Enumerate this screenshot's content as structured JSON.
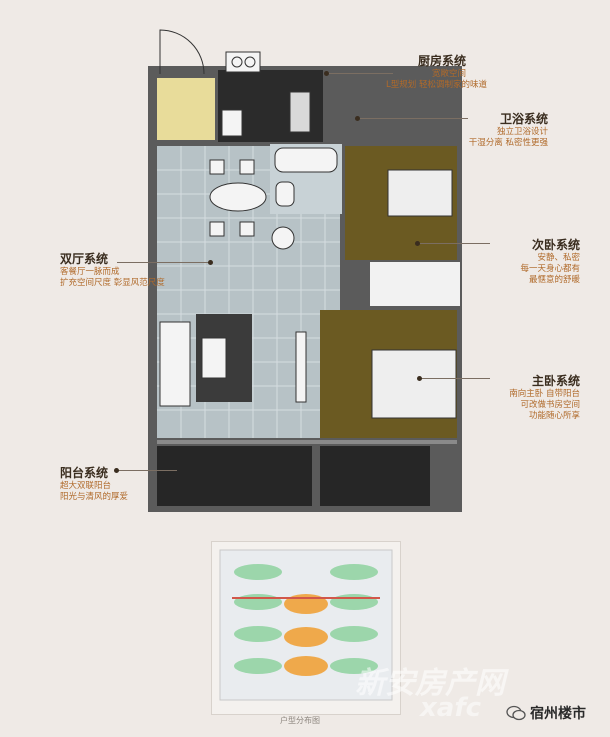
{
  "callouts": {
    "kitchen": {
      "title": "厨房系统",
      "lines": [
        "宽敞空间",
        "L型规划 轻松调制家的味道"
      ]
    },
    "bath": {
      "title": "卫浴系统",
      "lines": [
        "独立卫浴设计",
        "干湿分离 私密性更强"
      ]
    },
    "living": {
      "title": "双厅系统",
      "lines": [
        "客餐厅一脉而成",
        "扩充空间尺度 彰显风范尺度"
      ]
    },
    "second_bedroom": {
      "title": "次卧系统",
      "lines": [
        "安静、私密",
        "每一天身心都有",
        "最惬意的舒暖"
      ]
    },
    "master_bedroom": {
      "title": "主卧系统",
      "lines": [
        "南向主卧 自带阳台",
        "可改做书房空间",
        "功能随心所享"
      ]
    },
    "balcony": {
      "title": "阳台系统",
      "lines": [
        "超大双联阳台",
        "阳光与清风的厚爱"
      ]
    }
  },
  "site_map_caption": "户型分布图",
  "watermark": {
    "line1": "新安房产网",
    "line2": "xafc"
  },
  "account": {
    "name": "宿州楼市",
    "icon": "wechat-icon"
  },
  "colors": {
    "floor_tile": "#b7c2c6",
    "wood_floor": "#6b5a22",
    "wall": "#3a3a3a",
    "kitchen_accent": "#e8dc9a",
    "title": "#3a2d1f",
    "subtitle": "#b06a2a"
  }
}
